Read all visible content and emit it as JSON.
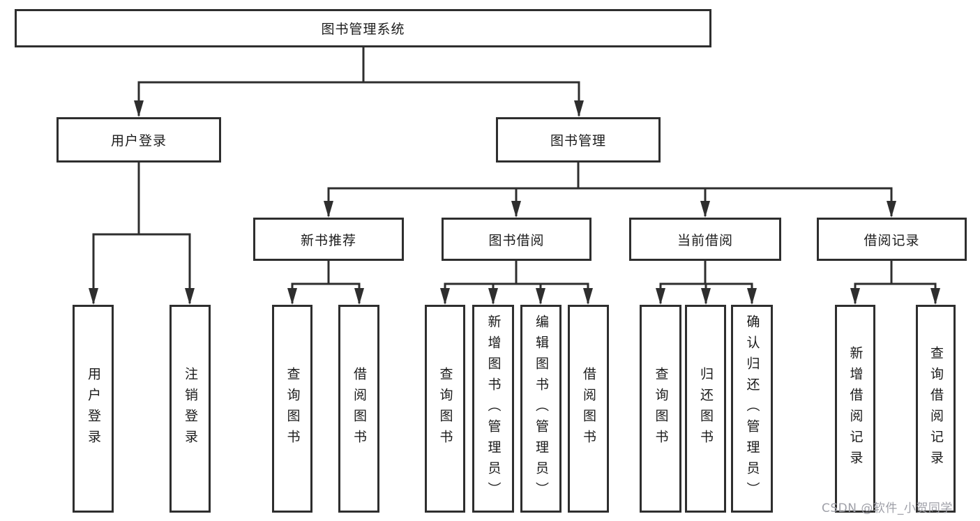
{
  "diagram": {
    "title": "图书管理系统",
    "colors": {
      "line": "#2e2e2e",
      "text": "#1b1b1b",
      "box_background": "#ffffff",
      "watermark": "#9fa0a8"
    },
    "root": {
      "label": "图书管理系统"
    },
    "level1": [
      {
        "id": "user-login",
        "label": "用户登录",
        "parent": "图书管理系统"
      },
      {
        "id": "book-management",
        "label": "图书管理",
        "parent": "图书管理系统"
      }
    ],
    "level2": [
      {
        "id": "new-book-recommend",
        "label": "新书推荐",
        "parent": "图书管理"
      },
      {
        "id": "book-borrow",
        "label": "图书借阅",
        "parent": "图书管理"
      },
      {
        "id": "current-borrow",
        "label": "当前借阅",
        "parent": "图书管理"
      },
      {
        "id": "borrow-records",
        "label": "借阅记录",
        "parent": "图书管理"
      }
    ],
    "leaves": [
      {
        "id": "leaf-user-login",
        "label": "用户登录",
        "parent": "用户登录"
      },
      {
        "id": "leaf-logout",
        "label": "注销登录",
        "parent": "用户登录"
      },
      {
        "id": "leaf-query-book-recommend",
        "label": "查询图书",
        "parent": "新书推荐"
      },
      {
        "id": "leaf-borrow-book-recommend",
        "label": "借阅图书",
        "parent": "新书推荐"
      },
      {
        "id": "leaf-query-book-borrow",
        "label": "查询图书",
        "parent": "图书借阅"
      },
      {
        "id": "leaf-add-book-admin",
        "label": "新增图书（管理员）",
        "parent": "图书借阅"
      },
      {
        "id": "leaf-edit-book-admin",
        "label": "编辑图书（管理员）",
        "parent": "图书借阅"
      },
      {
        "id": "leaf-borrow-book",
        "label": "借阅图书",
        "parent": "图书借阅"
      },
      {
        "id": "leaf-query-book-current",
        "label": "查询图书",
        "parent": "当前借阅"
      },
      {
        "id": "leaf-return-book",
        "label": "归还图书",
        "parent": "当前借阅"
      },
      {
        "id": "leaf-confirm-return-admin",
        "label": "确认归还（管理员）",
        "parent": "当前借阅"
      },
      {
        "id": "leaf-add-borrow-record",
        "label": "新增借阅记录",
        "parent": "借阅记录"
      },
      {
        "id": "leaf-query-borrow-record",
        "label": "查询借阅记录",
        "parent": "借阅记录"
      }
    ],
    "watermark": "CSDN @软件_小贺同学"
  }
}
